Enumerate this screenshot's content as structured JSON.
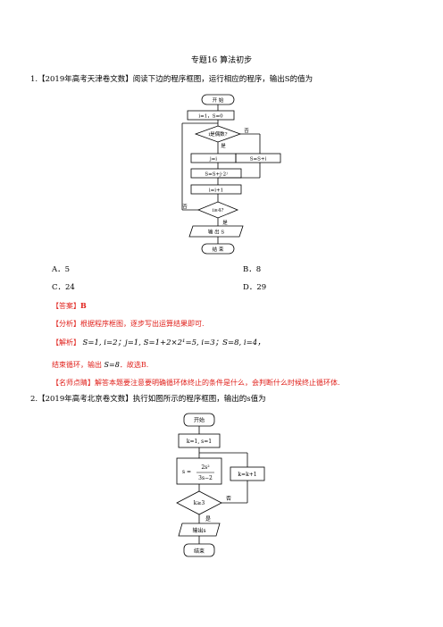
{
  "header": {
    "title": "专题16 算法初步"
  },
  "q1": {
    "stem": "1.【2019年高考天津卷文数】阅读下边的程序框图，运行相应的程序，输出S的值为",
    "flowchart": {
      "start": "开 始",
      "init": "i=1，S=0",
      "cond1": "i是偶数?",
      "no": "否",
      "yes": "是",
      "assign_j": "j=i",
      "update_s": "S=S+j·2ʲ",
      "else_s": "S=S+i",
      "inc": "i=i+1",
      "cond2": "i≥4?",
      "no2": "否",
      "yes2": "是",
      "output": "输 出 S",
      "end": "结 束"
    },
    "options": {
      "A": "A．5",
      "B": "B．8",
      "C": "C．24",
      "D": "D．29"
    },
    "answer_label": "【答案】",
    "answer_value": "B",
    "analysis": "【分析】根据程序框图，逐步写出运算结果即可.",
    "solution_label": "【解析】",
    "solution_text": "S=1, i=2；j=1, S=1+2×2¹=5, i=3；S=8, i=4，",
    "solution_line2_a": "结束循环，输出",
    "solution_line2_b": "S=8",
    "solution_line2_c": "．故选",
    "solution_line2_d": "B.",
    "tip": "【名师点睛】解答本题要注意要明确循环体终止的条件是什么，会判断什么时候终止循环体."
  },
  "q2": {
    "stem": "2.【2019年高考北京卷文数】执行如图所示的程序框图，输出的s值为",
    "flowchart": {
      "start": "开始",
      "init": "k=1, s=1",
      "s_lhs": "s =",
      "s_num": "2s²",
      "s_den": "3s−2",
      "inc": "k=k+1",
      "cond": "k≥3",
      "no": "否",
      "yes": "是",
      "output": "输出s",
      "end": "结束"
    }
  }
}
